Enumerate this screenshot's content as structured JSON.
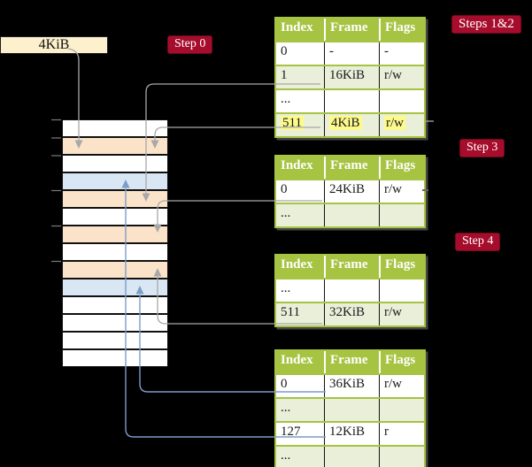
{
  "colors": {
    "background": "#000000",
    "badge-red": "#a60d2c",
    "badge-border": "#70081c",
    "table-header-green": "#a6c341",
    "table-row-green": "#e9efd9",
    "table-border-green": "#a6c341",
    "memory-peach": "#fbe3c9",
    "memory-blue": "#d9e6f4",
    "memory-white": "#ffffff",
    "highlight-yellow": "#fdfa8c",
    "box-cream": "#fdf0cd",
    "arrow-gray": "#a8a8a8",
    "arrow-blue": "#7d9cc9"
  },
  "page_box": {
    "label": "4KiB"
  },
  "badges": {
    "step0": "Step 0",
    "steps12": "Steps 1&2",
    "step3": "Step 3",
    "step4": "Step 4"
  },
  "memory_stack": {
    "rows": [
      "white",
      "peach",
      "white",
      "blue",
      "peach",
      "white",
      "peach",
      "white",
      "peach",
      "blue",
      "white",
      "white",
      "white",
      "white"
    ]
  },
  "tables": {
    "headers": [
      "Index",
      "Frame",
      "Flags"
    ],
    "t1": {
      "rows": [
        {
          "index": "0",
          "frame": "-",
          "flags": "-",
          "highlight": false
        },
        {
          "index": "1",
          "frame": "16KiB",
          "flags": "r/w",
          "highlight": false
        },
        {
          "index": "...",
          "frame": "",
          "flags": "",
          "highlight": false
        },
        {
          "index": "511",
          "frame": "4KiB",
          "flags": "r/w",
          "highlight": true
        }
      ]
    },
    "t2": {
      "rows": [
        {
          "index": "0",
          "frame": "24KiB",
          "flags": "r/w",
          "highlight": false
        },
        {
          "index": "...",
          "frame": "",
          "flags": "",
          "highlight": false
        }
      ]
    },
    "t3": {
      "rows": [
        {
          "index": "...",
          "frame": "",
          "flags": "",
          "highlight": false
        },
        {
          "index": "511",
          "frame": "32KiB",
          "flags": "r/w",
          "highlight": false
        }
      ]
    },
    "t4": {
      "rows": [
        {
          "index": "0",
          "frame": "36KiB",
          "flags": "r/w",
          "highlight": false
        },
        {
          "index": "...",
          "frame": "",
          "flags": "",
          "highlight": false
        },
        {
          "index": "127",
          "frame": "12KiB",
          "flags": "r",
          "highlight": false
        },
        {
          "index": "...",
          "frame": "",
          "flags": "",
          "highlight": false
        }
      ]
    }
  }
}
